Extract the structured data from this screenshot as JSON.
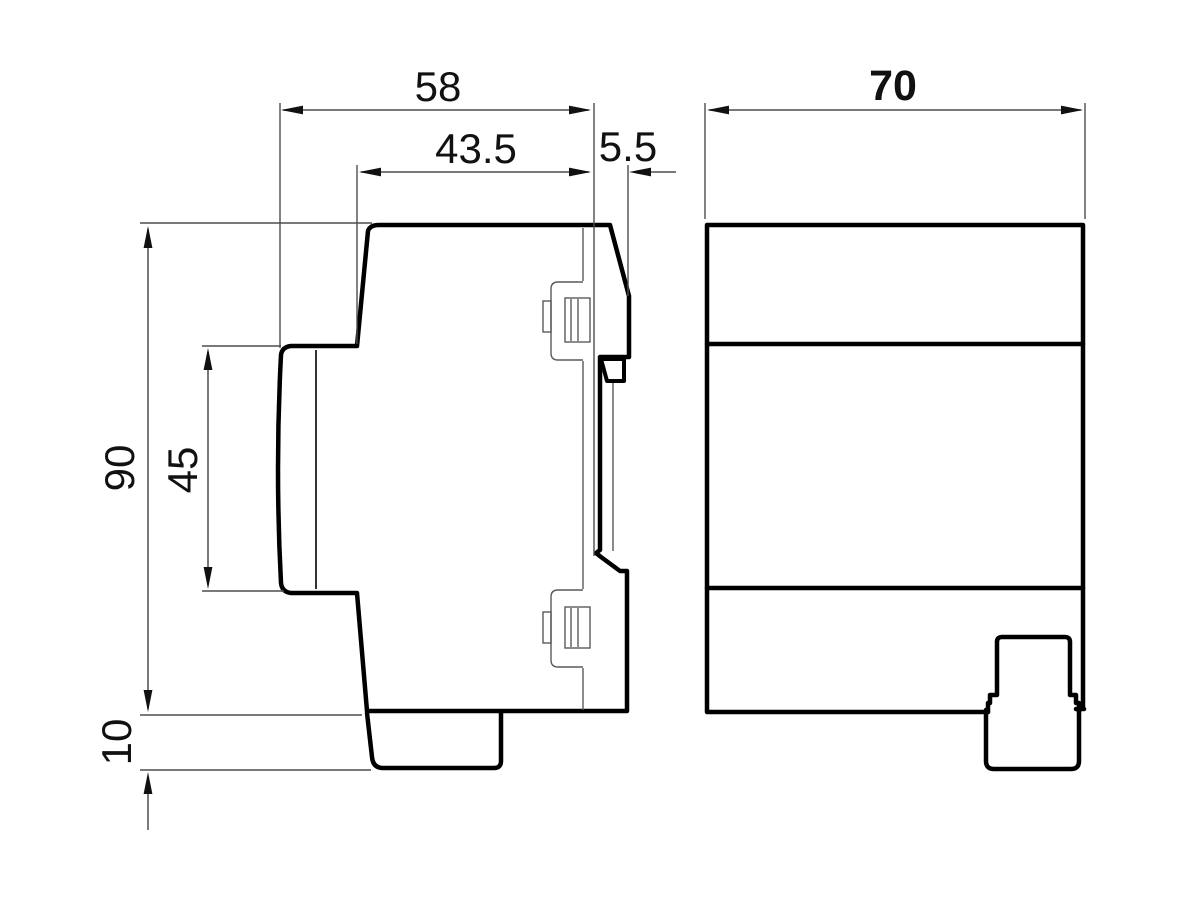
{
  "drawing": {
    "dimensions": {
      "total_depth": "58",
      "front_depth": "43.5",
      "rear_depth": "5.5",
      "width": "70",
      "height": "90",
      "front_height": "45",
      "clip_height": "10"
    },
    "colors": {
      "outline": "#000000",
      "dimension_lines": "#4d4d4d",
      "text": "#111111",
      "background": "#ffffff"
    }
  }
}
